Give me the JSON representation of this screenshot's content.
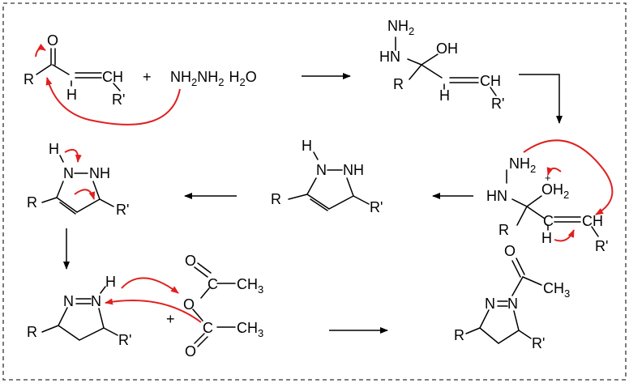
{
  "colors": {
    "border": "#333333",
    "bond": "#000000",
    "electron_arrow": "#e02020"
  },
  "reactants": {
    "enone": {
      "R": "R",
      "O": "O",
      "H": "H",
      "CH": "CH",
      "Rp": "R'"
    },
    "plus": "+",
    "reagent": {
      "hydrazine": "NH",
      "hydrazine_sub": "2",
      "hydrazine2": "NH",
      "hydrazine2_sub": "2",
      "water": "H",
      "water_sub": "2",
      "water2": "O"
    }
  },
  "intermediate_1": {
    "NH2": "NH",
    "NH2_sub": "2",
    "HN": "HN",
    "OH": "OH",
    "R": "R",
    "H": "H",
    "CH": "CH",
    "Rp": "R'"
  },
  "intermediate_2": {
    "NH2": "NH",
    "NH2_sub": "2",
    "HN": "HN",
    "OH2_O": "OH",
    "OH2_sub": "2",
    "charge": "+",
    "R": "R",
    "C": "C",
    "H": "H",
    "CH": "CH",
    "Rp": "R'"
  },
  "pyrazoline_a": {
    "H": "H",
    "N": "N",
    "NH": "NH",
    "R": "R",
    "Rp": "R'"
  },
  "pyrazoline_b": {
    "H": "H",
    "N": "N",
    "NH": "NH",
    "R": "R",
    "Rp": "R'"
  },
  "pyrazoline_c": {
    "N1": "N",
    "N2": "N",
    "H": "H",
    "R": "R",
    "Rp": "R'"
  },
  "anhydride": {
    "plus": "+",
    "O_top": "O",
    "C_top": "C",
    "CH3_top": "CH",
    "CH3_top_sub": "3",
    "O_bridge": "O",
    "C_bot": "C",
    "CH3_bot": "CH",
    "CH3_bot_sub": "3",
    "O_bot": "O"
  },
  "product": {
    "O": "O",
    "CH3": "CH",
    "CH3_sub": "3",
    "N1": "N",
    "N2": "N",
    "R": "R",
    "Rp": "R'"
  }
}
